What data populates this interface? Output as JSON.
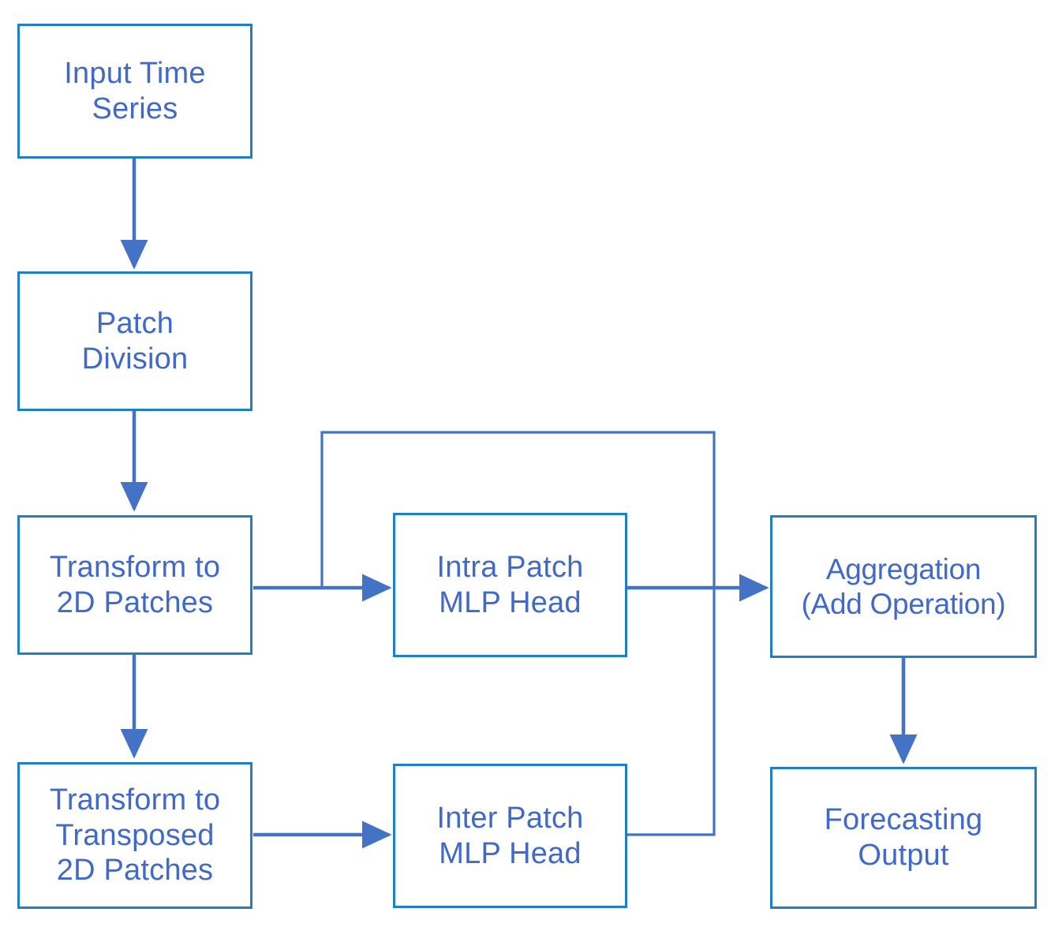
{
  "diagram": {
    "title": "Patch MLP time series forecasting architecture flowchart",
    "colors": {
      "box_border": "#1F7EC4",
      "box_fill": "#FFFFFF",
      "text": "#4169C8",
      "connector": "#4472C4",
      "background": "#FFFFFF"
    },
    "nodes": [
      {
        "id": "input-time-series",
        "label": "Input Time\nSeries"
      },
      {
        "id": "patch-division",
        "label": "Patch\nDivision"
      },
      {
        "id": "transform-2d-patches",
        "label": "Transform to\n2D Patches"
      },
      {
        "id": "transform-transposed-2d",
        "label": "Transform to\nTransposed\n2D Patches"
      },
      {
        "id": "intra-patch-mlp-head",
        "label": "Intra Patch\nMLP Head"
      },
      {
        "id": "inter-patch-mlp-head",
        "label": "Inter Patch\nMLP  Head"
      },
      {
        "id": "aggregation",
        "label": "Aggregation\n(Add Operation)"
      },
      {
        "id": "forecasting-output",
        "label": "Forecasting\nOutput"
      }
    ],
    "edges": [
      {
        "id": "e1",
        "from": "input-time-series",
        "to": "patch-division",
        "kind": "arrow-down"
      },
      {
        "id": "e2",
        "from": "patch-division",
        "to": "transform-2d-patches",
        "kind": "arrow-down"
      },
      {
        "id": "e3",
        "from": "transform-2d-patches",
        "to": "transform-transposed-2d",
        "kind": "arrow-down"
      },
      {
        "id": "e4",
        "from": "transform-2d-patches",
        "to": "intra-patch-mlp-head",
        "kind": "arrow-right"
      },
      {
        "id": "e5",
        "from": "transform-transposed-2d",
        "to": "inter-patch-mlp-head",
        "kind": "arrow-right"
      },
      {
        "id": "e6",
        "from": "intra-patch-mlp-head",
        "to": "aggregation",
        "kind": "arrow-right"
      },
      {
        "id": "e7",
        "from": "inter-patch-mlp-head",
        "to": "aggregation",
        "kind": "routed-skip"
      },
      {
        "id": "e8",
        "from": "aggregation",
        "to": "forecasting-output",
        "kind": "arrow-down"
      }
    ]
  }
}
